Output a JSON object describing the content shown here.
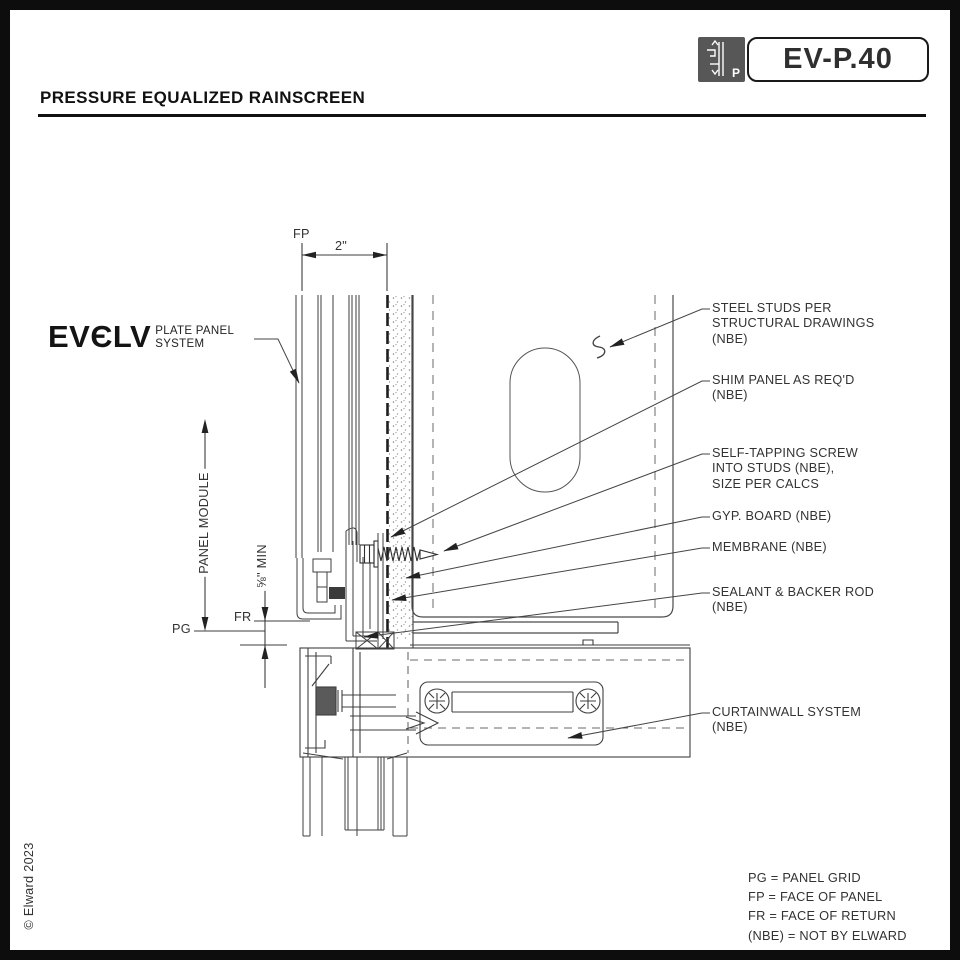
{
  "page": {
    "title": "PRESSURE EQUALIZED RAINSCREEN"
  },
  "badge": {
    "code": "EV-P.40",
    "icon_letter": "P"
  },
  "logo": {
    "brand": "EVЄLV",
    "tagline": "PLATE PANEL\nSYSTEM"
  },
  "dims": {
    "fp": "FP",
    "width": "2\"",
    "panel_module": "PANEL MODULE",
    "pg": "PG",
    "fr": "FR",
    "min": "⅝\" MIN"
  },
  "callouts": [
    {
      "id": "steel-studs",
      "label": "STEEL STUDS PER\nSTRUCTURAL DRAWINGS\n(NBE)"
    },
    {
      "id": "shim-panel",
      "label": "SHIM PANEL AS REQ'D\n(NBE)"
    },
    {
      "id": "self-tapping-screw",
      "label": "SELF-TAPPING SCREW\nINTO STUDS (NBE),\nSIZE PER CALCS"
    },
    {
      "id": "gyp-board",
      "label": "GYP. BOARD (NBE)"
    },
    {
      "id": "membrane",
      "label": "MEMBRANE (NBE)"
    },
    {
      "id": "sealant-backer-rod",
      "label": "SEALANT & BACKER ROD\n(NBE)"
    },
    {
      "id": "curtainwall-system",
      "label": "CURTAINWALL SYSTEM\n(NBE)"
    }
  ],
  "legend": [
    "PG = PANEL GRID",
    "FP = FACE OF PANEL",
    "FR = FACE OF RETURN",
    "(NBE) = NOT BY ELWARD"
  ],
  "copyright": "© Elward 2023",
  "colors": {
    "line": "#3c3c3c",
    "dashed_gray": "#8b8b8b",
    "membrane_dash": "#1e1e1e",
    "border": "#0d0d0d",
    "badge_bg": "#575757"
  }
}
